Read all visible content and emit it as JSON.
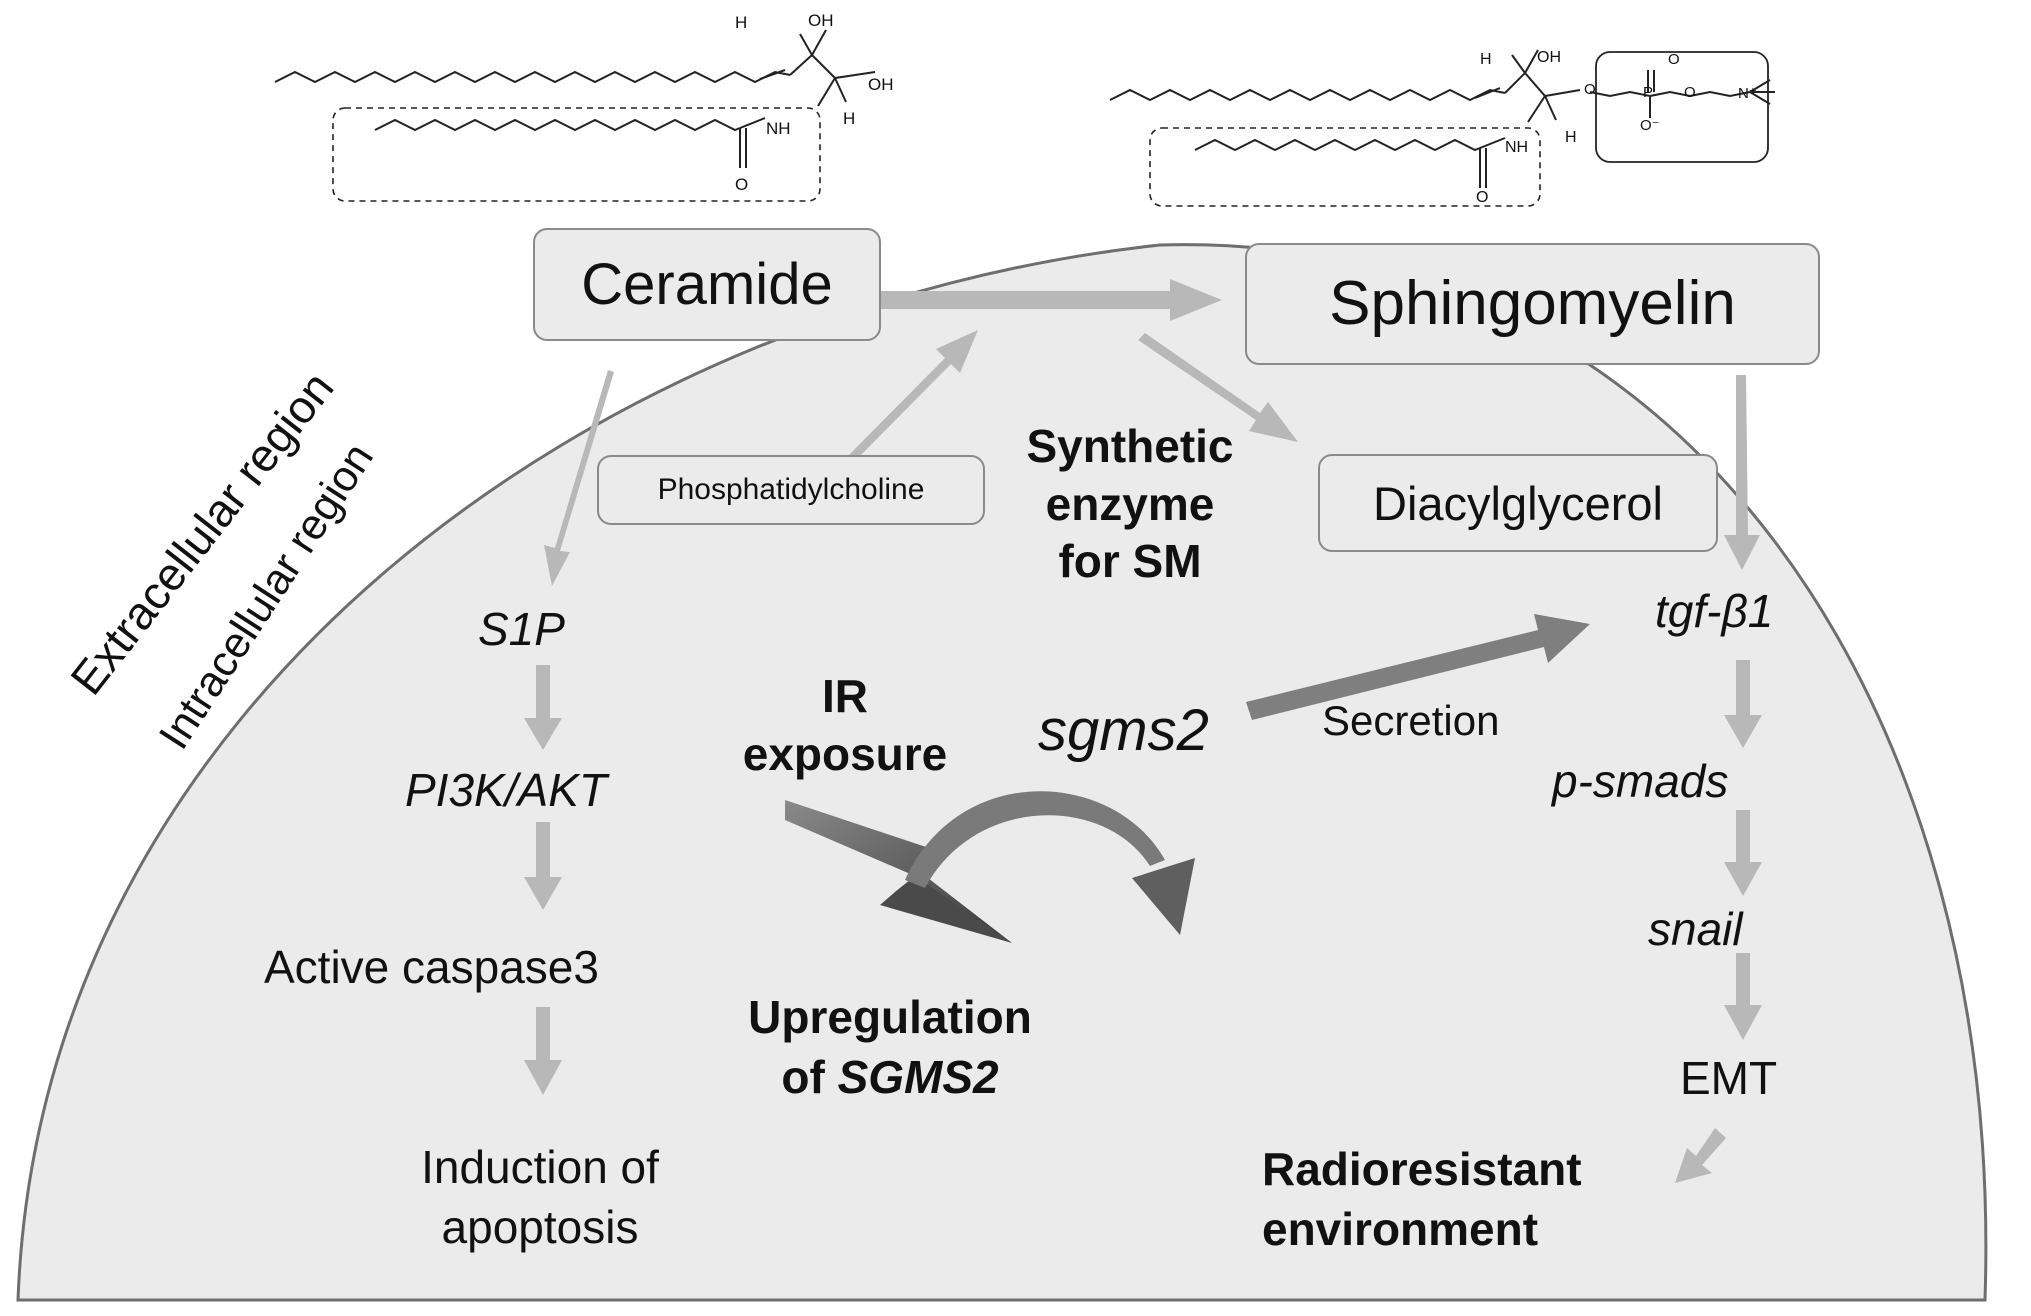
{
  "regions": {
    "extracellular": "Extracellular region",
    "intracellular": "Intracellular region"
  },
  "molecules": {
    "ceramide": "Ceramide",
    "sphingomyelin": "Sphingomyelin",
    "phosphatidylcholine": "Phosphatidylcholine",
    "diacylglycerol": "Diacylglycerol"
  },
  "enzyme": {
    "line1": "Synthetic",
    "line2": "enzyme",
    "line3": "for SM"
  },
  "left_path": {
    "s1p": "S1P",
    "pi3k": "PI3K/AKT",
    "caspase": "Active caspase3",
    "apoptosis_1": "Induction of",
    "apoptosis_2": "apoptosis"
  },
  "center": {
    "ir_1": "IR",
    "ir_2": "exposure",
    "sgms2": "sgms2",
    "secretion": "Secretion",
    "up_1": "Upregulation",
    "up_2a": "of ",
    "up_2b": "SGMS2"
  },
  "right_path": {
    "tgf": "tgf-β1",
    "psmads": "p-smads",
    "snail": "snail",
    "emt": "EMT",
    "radio_1": "Radioresistant",
    "radio_2": "environment"
  },
  "structure_atoms": {
    "h": "H",
    "oh": "OH",
    "nh": "NH",
    "o": "O",
    "p": "P",
    "o_minus": "O⁻",
    "n_plus": "N⁺"
  },
  "colors": {
    "cell": "#ebebeb",
    "arrow": "#b8b8b8",
    "box_border": "#8a8a8a",
    "lightning": "#555555"
  }
}
